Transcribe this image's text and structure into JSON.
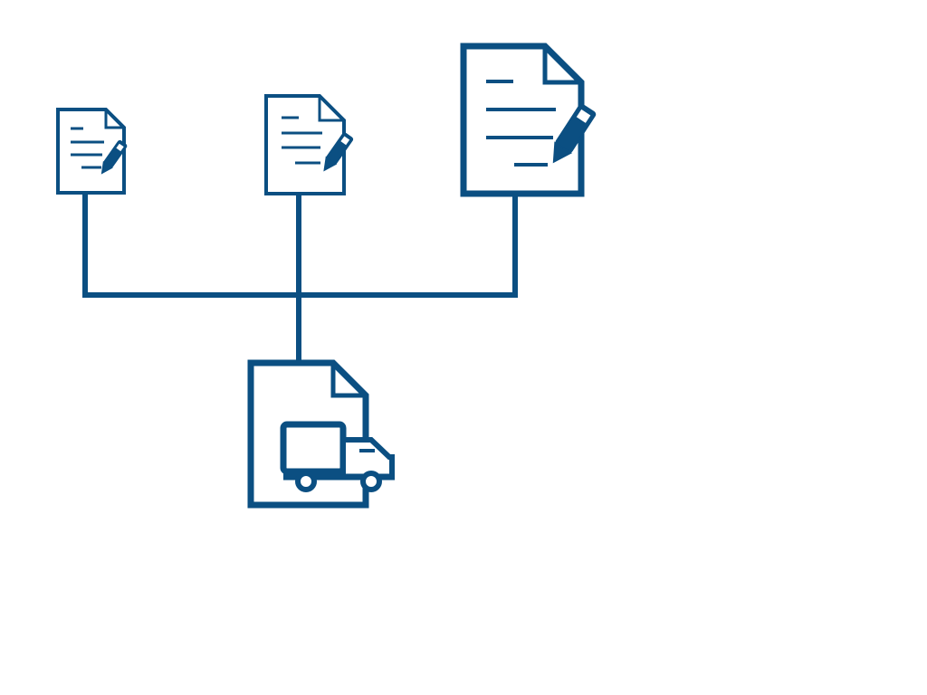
{
  "diagram": {
    "colors": {
      "stroke": "#0b4f82",
      "background": "#ffffff"
    },
    "nodes": [
      {
        "id": "doc-small",
        "icon": "document-edit-icon"
      },
      {
        "id": "doc-medium",
        "icon": "document-edit-icon"
      },
      {
        "id": "doc-large",
        "icon": "document-edit-icon"
      },
      {
        "id": "delivery-doc",
        "icon": "delivery-document-icon"
      }
    ],
    "edges": [
      {
        "from": "doc-small",
        "to": "delivery-doc"
      },
      {
        "from": "doc-medium",
        "to": "delivery-doc"
      },
      {
        "from": "doc-large",
        "to": "delivery-doc"
      }
    ]
  }
}
